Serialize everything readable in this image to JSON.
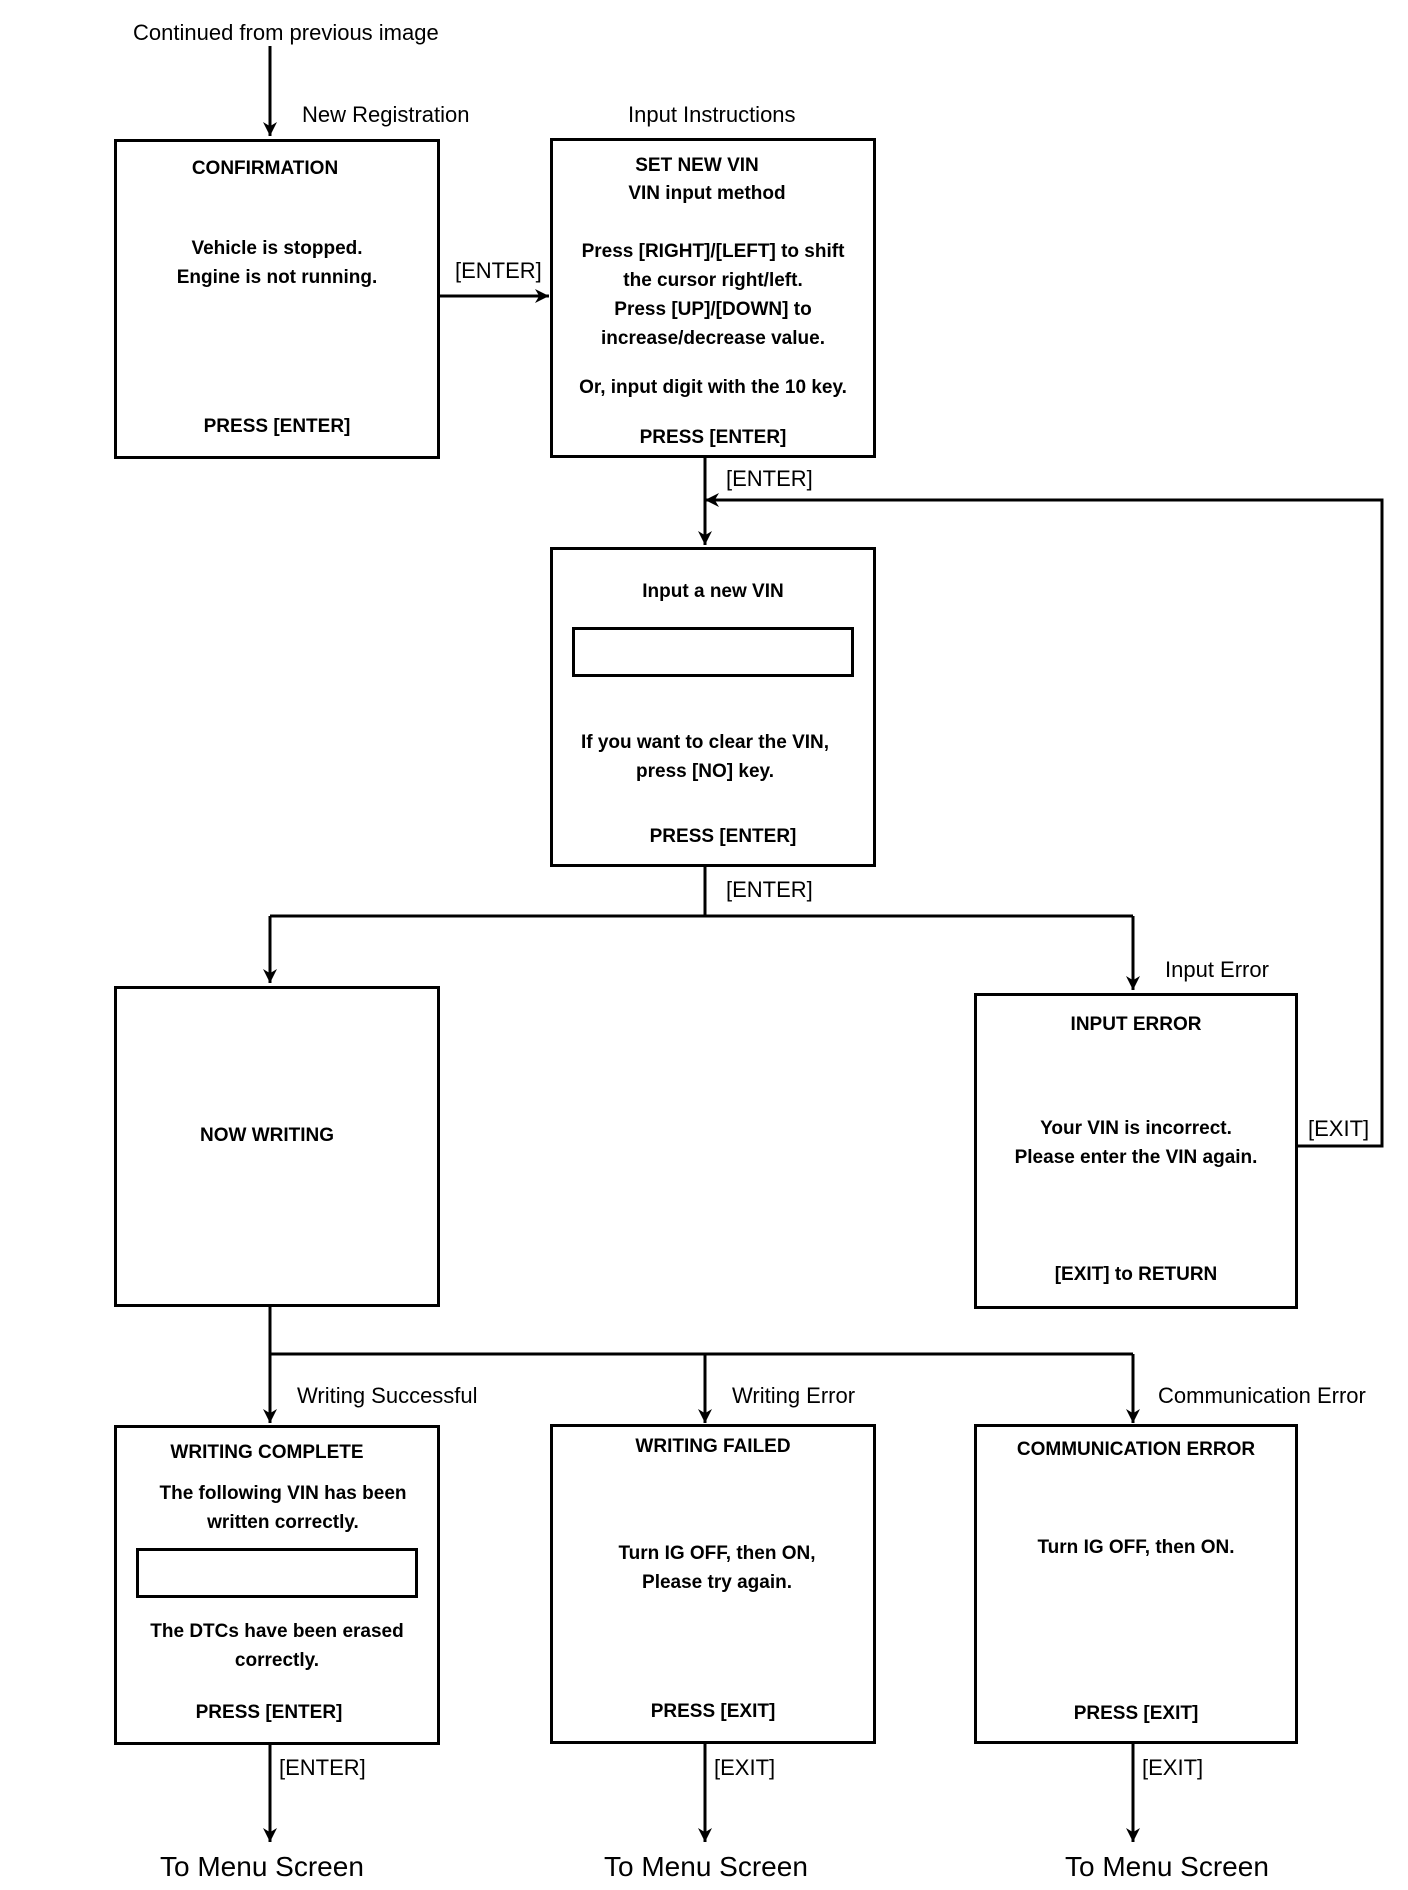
{
  "labels": {
    "continued": "Continued from previous image",
    "new_registration": "New Registration",
    "input_instructions": "Input Instructions",
    "enter_1": "[ENTER]",
    "enter_2": "[ENTER]",
    "enter_3": "[ENTER]",
    "input_error": "Input Error",
    "exit_loop": "[EXIT]",
    "writing_successful": "Writing Successful",
    "writing_error": "Writing Error",
    "communication_error": "Communication Error",
    "enter_4": "[ENTER]",
    "exit_1": "[EXIT]",
    "exit_2": "[EXIT]"
  },
  "boxes": {
    "confirmation": {
      "title": "CONFIRMATION",
      "body": "Vehicle is stopped.\nEngine is not running.",
      "footer": "PRESS [ENTER]"
    },
    "set_new_vin": {
      "title": "SET NEW VIN",
      "subtitle": "VIN input method",
      "body1": "Press [RIGHT]/[LEFT] to shift\nthe cursor right/left.\nPress [UP]/[DOWN] to\nincrease/decrease value.",
      "body2": "Or, input digit with the 10 key.",
      "footer": "PRESS [ENTER]"
    },
    "input_vin": {
      "title": "Input a new VIN",
      "body": "If you want to clear the VIN,\npress [NO] key.",
      "footer": "PRESS [ENTER]"
    },
    "now_writing": {
      "title": "NOW WRITING"
    },
    "input_error": {
      "title": "INPUT ERROR",
      "body": "Your VIN is incorrect.\nPlease enter the VIN again.",
      "footer": "[EXIT] to RETURN"
    },
    "writing_complete": {
      "title": "WRITING COMPLETE",
      "body1": "The following VIN has been\nwritten correctly.",
      "body2": "The DTCs have been erased\ncorrectly.",
      "footer": "PRESS [ENTER]"
    },
    "writing_failed": {
      "title": "WRITING FAILED",
      "body": "Turn IG OFF, then ON,\nPlease try again.",
      "footer": "PRESS [EXIT]"
    },
    "communication_error": {
      "title": "COMMUNICATION ERROR",
      "body": "Turn IG OFF, then ON.",
      "footer": "PRESS [EXIT]"
    }
  },
  "menu": {
    "left": "To Menu Screen",
    "center": "To Menu Screen",
    "right": "To Menu Screen"
  }
}
